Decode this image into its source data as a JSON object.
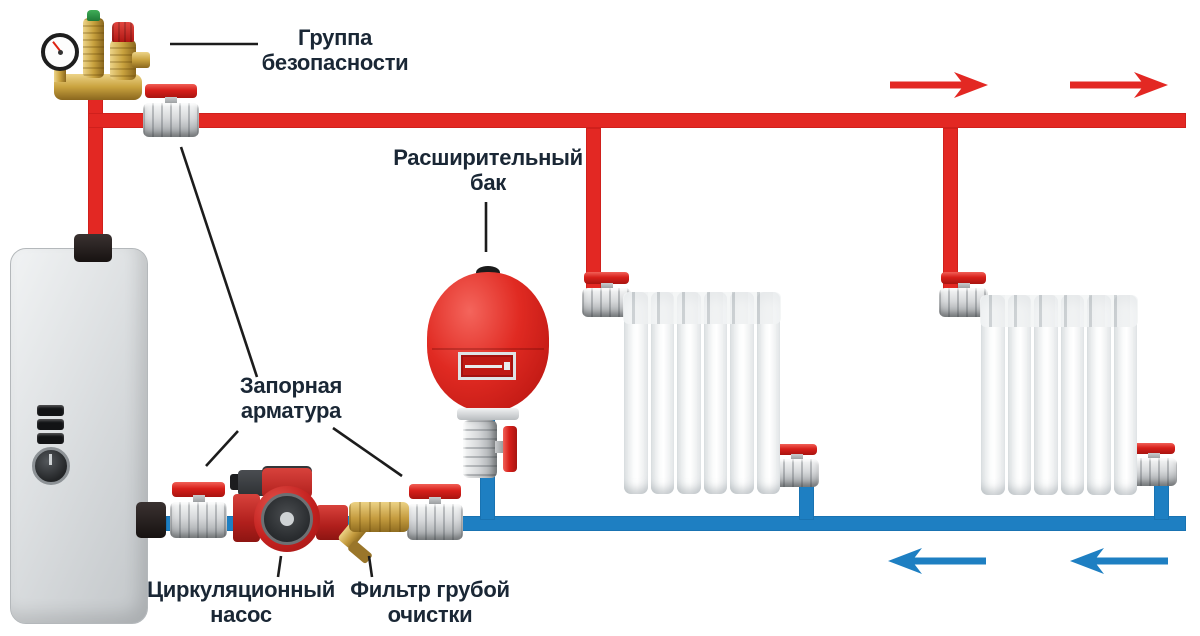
{
  "diagram": {
    "type": "heating-system-schematic",
    "labels": {
      "safety_group": "Группа\nбезопасности",
      "expansion_tank": "Расширительный\nбак",
      "shutoff_valves": "Запорная\nарматура",
      "circulation_pump": "Циркуляционный\nнасос",
      "coarse_filter": "Фильтр грубой\nочистки"
    },
    "flow": {
      "supply_direction": "right",
      "return_direction": "left"
    },
    "colors": {
      "supply_pipe": "#e32823",
      "return_pipe": "#1e7fc2",
      "label_text": "#1a2735",
      "pointer_line": "#1c1c1c",
      "valve_handle": "#d71f1a",
      "brass": "#c9a23e",
      "boiler_gray": "#d9dcde",
      "tank_red": "#d8211c",
      "pump_red": "#c4211f",
      "radiator_white": "#ffffff"
    },
    "components": [
      "electric-boiler",
      "safety-group",
      "pressure-gauge",
      "air-vent",
      "safety-valve",
      "ball-valve-supply",
      "expansion-tank",
      "expansion-tank-valve",
      "boiler-return-valve",
      "circulation-pump",
      "coarse-filter",
      "filter-outlet-valve",
      "radiator-1",
      "radiator-2",
      "radiator-inlet-valves",
      "radiator-outlet-valves"
    ]
  }
}
